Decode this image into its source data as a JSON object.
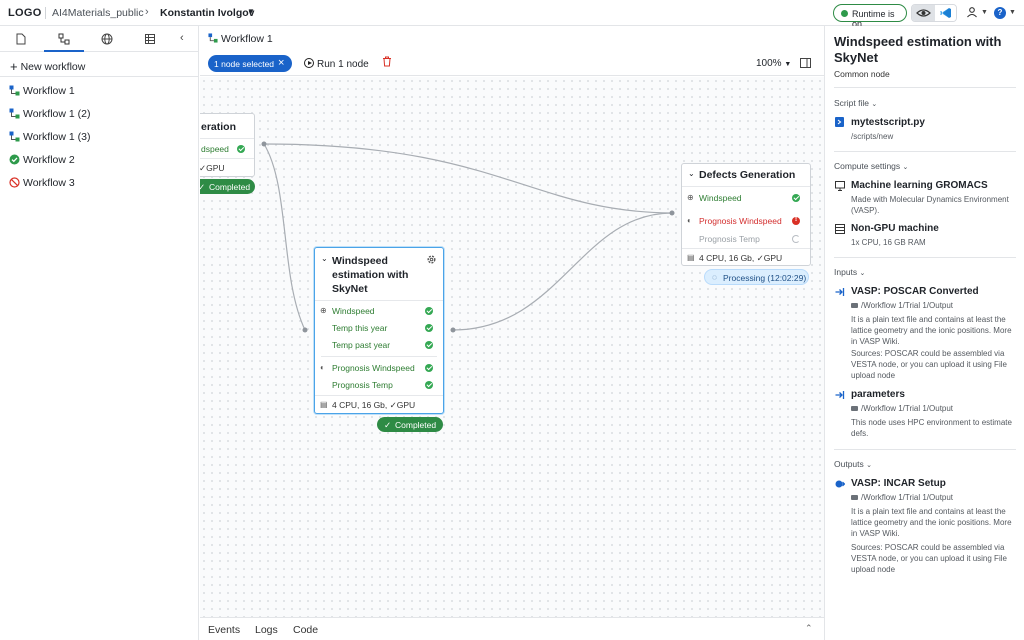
{
  "topbar": {
    "logo": "LOGO",
    "project": "AI4Materials_public",
    "user": "Konstantin Ivolgov",
    "runtime": "Runtime is on"
  },
  "sidebar": {
    "new_workflow": "New workflow",
    "workflows": [
      {
        "label": "Workflow 1",
        "icon": "workflow-icon"
      },
      {
        "label": "Workflow 1 (2)",
        "icon": "workflow-icon"
      },
      {
        "label": "Workflow 1 (3)",
        "icon": "workflow-icon"
      },
      {
        "label": "Workflow 2",
        "icon": "check-circle-icon"
      },
      {
        "label": "Workflow 3",
        "icon": "forbidden-icon"
      }
    ]
  },
  "main": {
    "title": "Workflow 1",
    "selection": "1 node selected",
    "run": "Run 1 node",
    "zoom": "100%"
  },
  "nodes": {
    "left": {
      "title": "eration",
      "port": "dspeed",
      "foot": "✓GPU",
      "status": "Completed"
    },
    "middle": {
      "title": "Windspeed estimation with SkyNet",
      "inputs": [
        "Windspeed",
        "Temp this year",
        "Temp past year"
      ],
      "outputs": [
        "Prognosis Windspeed",
        "Prognosis Temp"
      ],
      "foot": "4 CPU, 16 Gb, ✓GPU",
      "status": "Completed"
    },
    "right": {
      "title": "Defects Generation",
      "ports": [
        "Windspeed",
        "Prognosis Windspeed",
        "Prognosis Temp"
      ],
      "foot": "4 CPU, 16 Gb, ✓GPU",
      "status": "Processing (12:02:29)"
    }
  },
  "bottom": {
    "tabs": [
      "Events",
      "Logs",
      "Code"
    ]
  },
  "panel": {
    "title": "Windspeed estimation with SkyNet",
    "subtitle": "Common node",
    "script_section": "Script file",
    "script_name": "mytestscript.py",
    "script_path": "/scripts/new",
    "compute_section": "Compute settings",
    "compute": [
      {
        "title": "Machine learning GROMACS",
        "desc": "Made with Molecular Dynamics Environment (VASP)."
      },
      {
        "title": "Non-GPU machine",
        "desc": "1x CPU, 16 GB RAM"
      }
    ],
    "inputs_section": "Inputs",
    "inputs": [
      {
        "title": "VASP: POSCAR Converted",
        "path": "/Workflow 1/Trial 1/Output",
        "desc": "It is a plain text file and contains at least the lattice geometry and the ionic positions. More in VASP Wiki.",
        "desc2": "Sources: POSCAR could be assembled via VESTA node, or you can upload it using File upload node"
      },
      {
        "title": "parameters",
        "path": "/Workflow 1/Trial 1/Output",
        "desc": "This node uses HPC environment to estimate defs."
      }
    ],
    "outputs_section": "Outputs",
    "outputs": [
      {
        "title": "VASP: INCAR Setup",
        "path": "/Workflow 1/Trial 1/Output",
        "desc": "It is a plain text file and contains at least the lattice geometry and the ionic positions. More in VASP Wiki.",
        "desc2": "Sources: POSCAR could be assembled via VESTA node, or you can upload it using File upload node"
      }
    ]
  },
  "colors": {
    "accent": "#1a63c9",
    "success": "#2e8b45",
    "error": "#d93025",
    "selected_border": "#4aa3e8"
  }
}
